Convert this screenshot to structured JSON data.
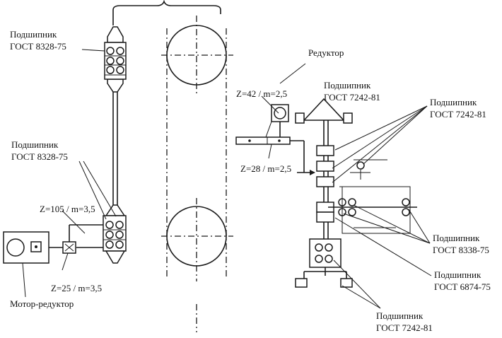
{
  "labels": {
    "bearing_top_left": {
      "line1": "Подшипник",
      "line2": "ГОСТ 8328-75"
    },
    "bearing_mid_left": {
      "line1": "Подшипник",
      "line2": "ГОСТ 8328-75"
    },
    "gear_z105": "Z=105 / m=3,5",
    "gear_z25": "Z=25 / m=3,5",
    "motor_reducer": "Мотор-редуктор",
    "reducer": "Редуктор",
    "gear_z42": "Z=42 / m=2,5",
    "gear_z28": "Z=28 / m=2,5",
    "bearing_reducer_top": {
      "line1": "Подшипник",
      "line2": "ГОСТ 7242-81"
    },
    "bearing_right_top": {
      "line1": "Подшипник",
      "line2": "ГОСТ 7242-81"
    },
    "bearing_8338": {
      "line1": "Подшипник",
      "line2": "ГОСТ  8338-75"
    },
    "bearing_6874": {
      "line1": "Подшипник",
      "line2": "ГОСТ 6874-75"
    },
    "bearing_bottom": {
      "line1": "Подшипник",
      "line2": "ГОСТ 7242-81"
    }
  }
}
